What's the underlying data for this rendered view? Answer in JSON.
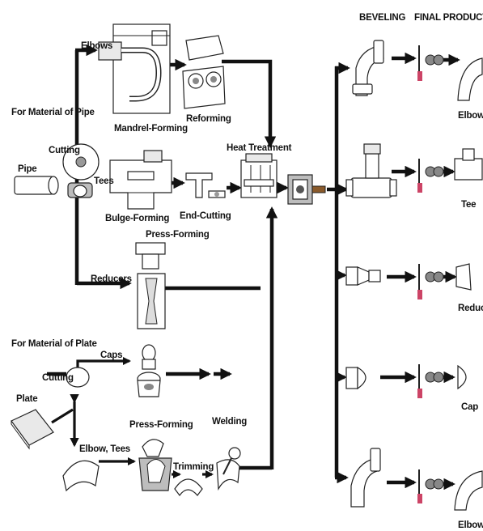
{
  "labels": {
    "elbows": "Elbows",
    "for_material_of_pipe": "For Material of Pipe",
    "pipe": "Pipe",
    "cutting_pipe": "Cutting",
    "tees": "Tees",
    "mandrel_forming": "Mandrel-Forming",
    "reforming": "Reforming",
    "bulge_forming": "Bulge-Forming",
    "press_forming_top": "Press-Forming",
    "end_cutting": "End-Cutting",
    "heat_treatment": "Heat Treatment",
    "reducers": "Reducers",
    "for_material_of_plate": "For Material of Plate",
    "caps": "Caps",
    "cutting_plate": "Cutting",
    "plate": "Plate",
    "press_forming_bottom": "Press-Forming",
    "elbow_tees": "Elbow, Tees",
    "trimming": "Trimming",
    "welding": "Welding",
    "beveling": "BEVELING",
    "final_product": "FINAL PRODUCT"
  },
  "products": [
    "Elbow",
    "Tee",
    "Reduce",
    "Cap",
    "Elbow"
  ]
}
